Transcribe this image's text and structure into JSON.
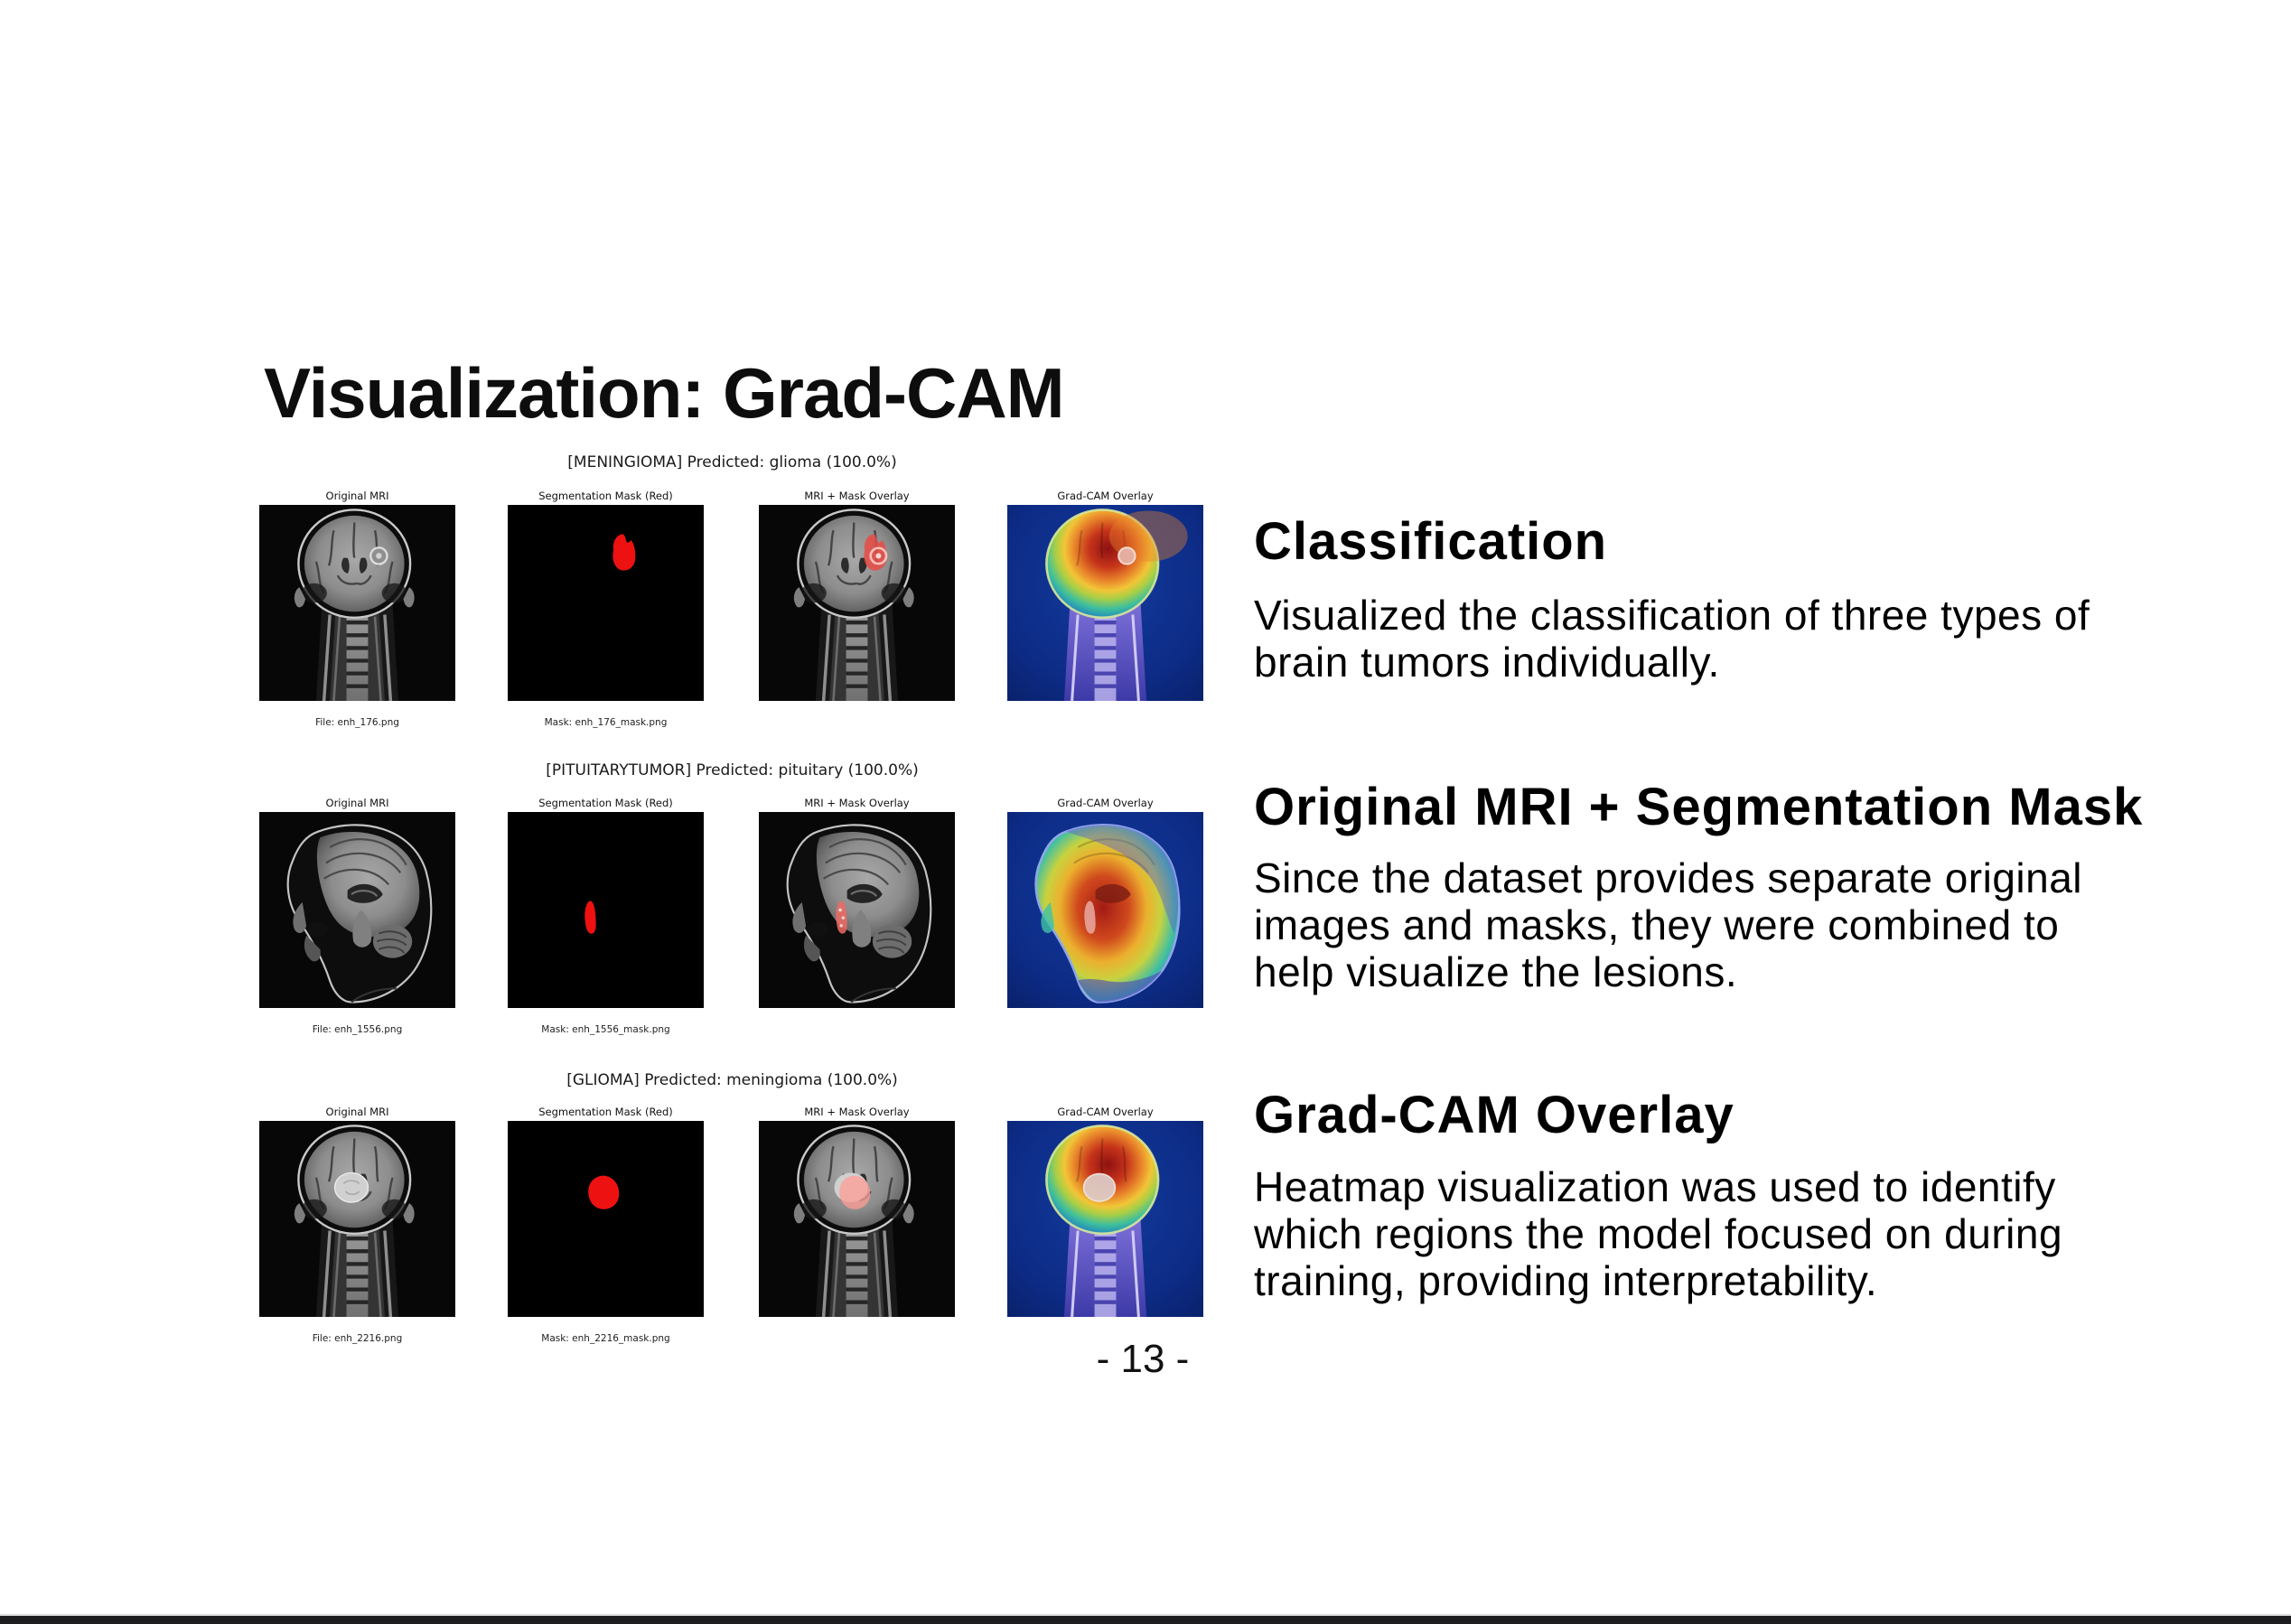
{
  "slide": {
    "title": "Visualization: Grad-CAM",
    "page_number": "- 13 -"
  },
  "figure": {
    "rows": [
      {
        "suptitle": "[MENINGIOMA] Predicted: glioma (100.0%)",
        "panels": [
          "Original MRI",
          "Segmentation Mask (Red)",
          "MRI + Mask Overlay",
          "Grad-CAM Overlay"
        ],
        "file_caption": "File: enh_176.png",
        "mask_caption": "Mask: enh_176_mask.png"
      },
      {
        "suptitle": "[PITUITARYTUMOR] Predicted: pituitary (100.0%)",
        "panels": [
          "Original MRI",
          "Segmentation Mask (Red)",
          "MRI + Mask Overlay",
          "Grad-CAM Overlay"
        ],
        "file_caption": "File: enh_1556.png",
        "mask_caption": "Mask: enh_1556_mask.png"
      },
      {
        "suptitle": "[GLIOMA] Predicted: meningioma (100.0%)",
        "panels": [
          "Original MRI",
          "Segmentation Mask (Red)",
          "MRI + Mask Overlay",
          "Grad-CAM Overlay"
        ],
        "file_caption": "File: enh_2216.png",
        "mask_caption": "Mask: enh_2216_mask.png"
      }
    ]
  },
  "sections": [
    {
      "heading": "Classification",
      "lines": [
        "Visualized the classification of three types of",
        "brain tumors individually."
      ]
    },
    {
      "heading": "Original MRI + Segmentation Mask",
      "lines": [
        "Since the dataset provides separate original",
        "images and masks, they were combined to",
        "help visualize the lesions."
      ]
    },
    {
      "heading": "Grad-CAM Overlay",
      "lines": [
        "Heatmap visualization was used to identify",
        "which regions the model focused on during",
        "training, providing interpretability."
      ]
    }
  ],
  "colors": {
    "background": "#ffffff",
    "text": "#000000",
    "mask_red": "#ee1111",
    "cam_hot": "#8e1111",
    "cam_cold": "#0d2b85",
    "footer_bar": "#1d1d1f"
  }
}
